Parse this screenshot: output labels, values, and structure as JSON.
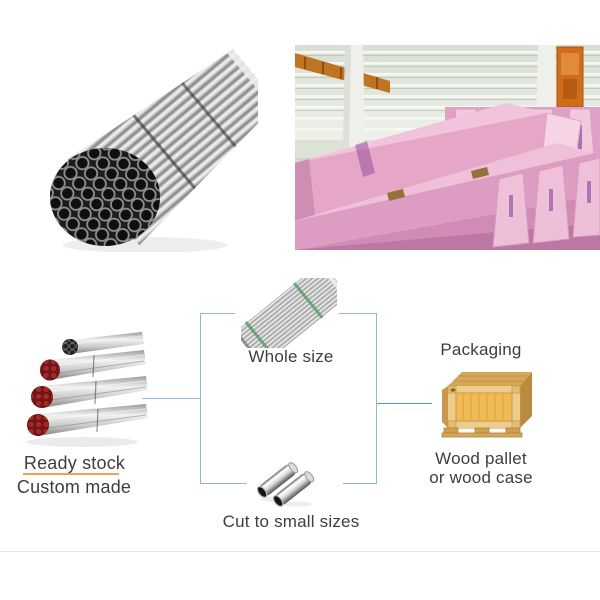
{
  "labels": {
    "ready_stock": "Ready stock",
    "custom_made": "Custom made",
    "whole_size": "Whole size",
    "cut_small": "Cut to small sizes",
    "packaging": "Packaging",
    "wood_pallet_line1": "Wood pallet",
    "wood_pallet_line2": "or wood case"
  },
  "colors": {
    "connector_blue": "#8cb6da",
    "connector_blue_strong": "#5a97d2",
    "underline_orange": "#efa15e",
    "text": "#3e3e3e",
    "divider": "#e4e4e4",
    "pink_wrap": "#e6a6c8",
    "steel_silver": "#d8d8d8",
    "wood_tan": "#e8c279"
  },
  "images": {
    "top_left": "steel-pipe-bundle-photo",
    "top_right": "pink-wrapped-packages-warehouse-photo",
    "ready_stock": "stacked-pipe-bundles-red-ends",
    "whole_size": "thin-pipe-bundle",
    "cut_small": "two-short-cut-pipes",
    "packaging": "wooden-crate"
  }
}
